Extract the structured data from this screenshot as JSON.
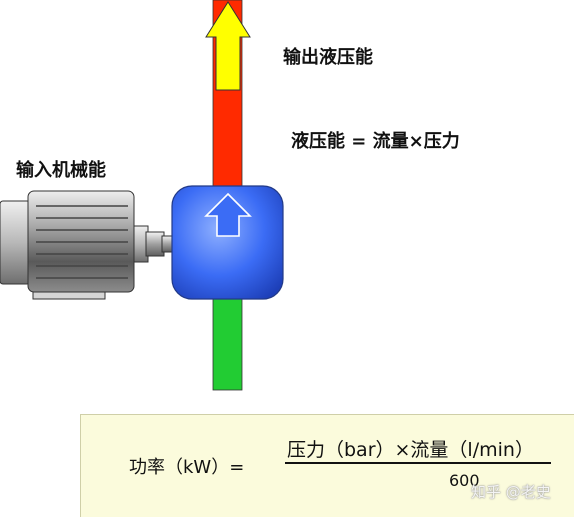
{
  "labels": {
    "output_energy": "输出液压能",
    "hydraulic_equation": "液压能 = 流量×压力",
    "input_energy": "输入机械能"
  },
  "formula": {
    "lhs": "功率（kW）=",
    "numerator": "压力（bar）×流量（l/min）",
    "denominator": "600"
  },
  "watermark": "知乎 @老史",
  "colors": {
    "pipe_outlet": "#ff2a00",
    "pipe_inlet": "#22cc33",
    "pump_body": "#3b6cf5",
    "output_arrow": "#ffff00",
    "formula_background": "#fbfbdc"
  },
  "icons": {
    "motor": "electric-motor-icon",
    "pump": "hydraulic-pump-icon",
    "output_arrow": "up-arrow-icon"
  }
}
